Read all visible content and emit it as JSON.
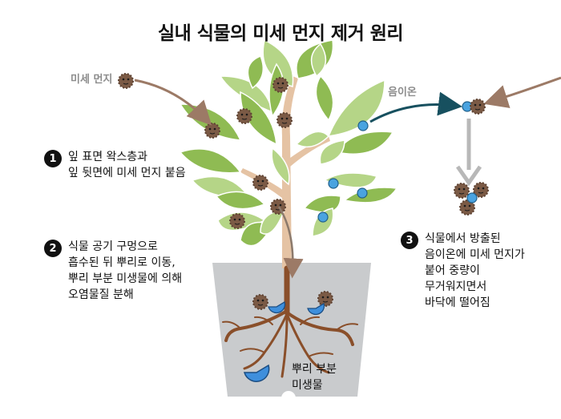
{
  "title": "실내 식물의 미세 먼지 제거 원리",
  "labels": {
    "dust": "미세 먼지",
    "ion": "음이온",
    "root_microbes": [
      "뿌리 부분",
      "미생물"
    ]
  },
  "steps": [
    {
      "num": "1",
      "lines": [
        "잎 표면 왁스층과",
        "잎 뒷면에 미세 먼지 붙음"
      ]
    },
    {
      "num": "2",
      "lines": [
        "식물 공기 구멍으로",
        "흡수된 뒤 뿌리로 이동,",
        "뿌리 부분 미생물에 의해",
        "오염물질 분해"
      ]
    },
    {
      "num": "3",
      "lines": [
        "식물에서 방출된",
        "음이온에 미세 먼지가",
        "붙어 중량이",
        "무거워지면서",
        "바닥에 떨어짐"
      ]
    }
  ],
  "colors": {
    "leaf_light": "#b5d587",
    "leaf_dark": "#8fbb53",
    "stem": "#e5c3a4",
    "pot": "#c9cbcd",
    "root": "#8a4f2a",
    "dust": "#7b5a45",
    "ion": "#4aa3e0",
    "microbe": "#3f8fdc",
    "arrow_brown": "#9c7a66",
    "arrow_teal": "#17505f",
    "arrow_gray": "#b8b8b8"
  },
  "icons": [
    "dust-particle-icon",
    "negative-ion-icon",
    "microbe-icon",
    "step-number-badge-icon"
  ]
}
